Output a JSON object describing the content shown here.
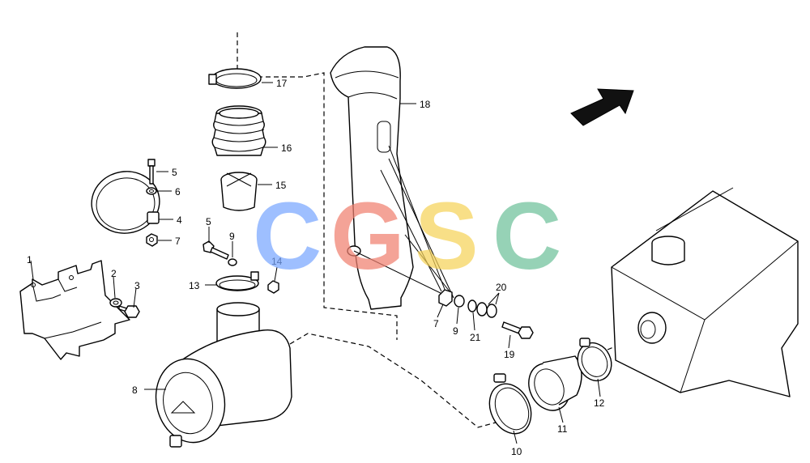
{
  "callouts": {
    "c1": "1",
    "c2": "2",
    "c3": "3",
    "c4": "4",
    "c5a": "5",
    "c5b": "5",
    "c6": "6",
    "c7a": "7",
    "c7b": "7",
    "c8": "8",
    "c9a": "9",
    "c9b": "9",
    "c10": "10",
    "c11": "11",
    "c12": "12",
    "c13": "13",
    "c14": "14",
    "c15": "15",
    "c16": "16",
    "c17": "17",
    "c18": "18",
    "c19": "19",
    "c20": "20",
    "c21": "21"
  },
  "watermark": {
    "letters": [
      "C",
      "G",
      "S",
      "C"
    ],
    "colors": [
      "#7aa7ff",
      "#f08070",
      "#f6d35a",
      "#6fc29a"
    ]
  }
}
